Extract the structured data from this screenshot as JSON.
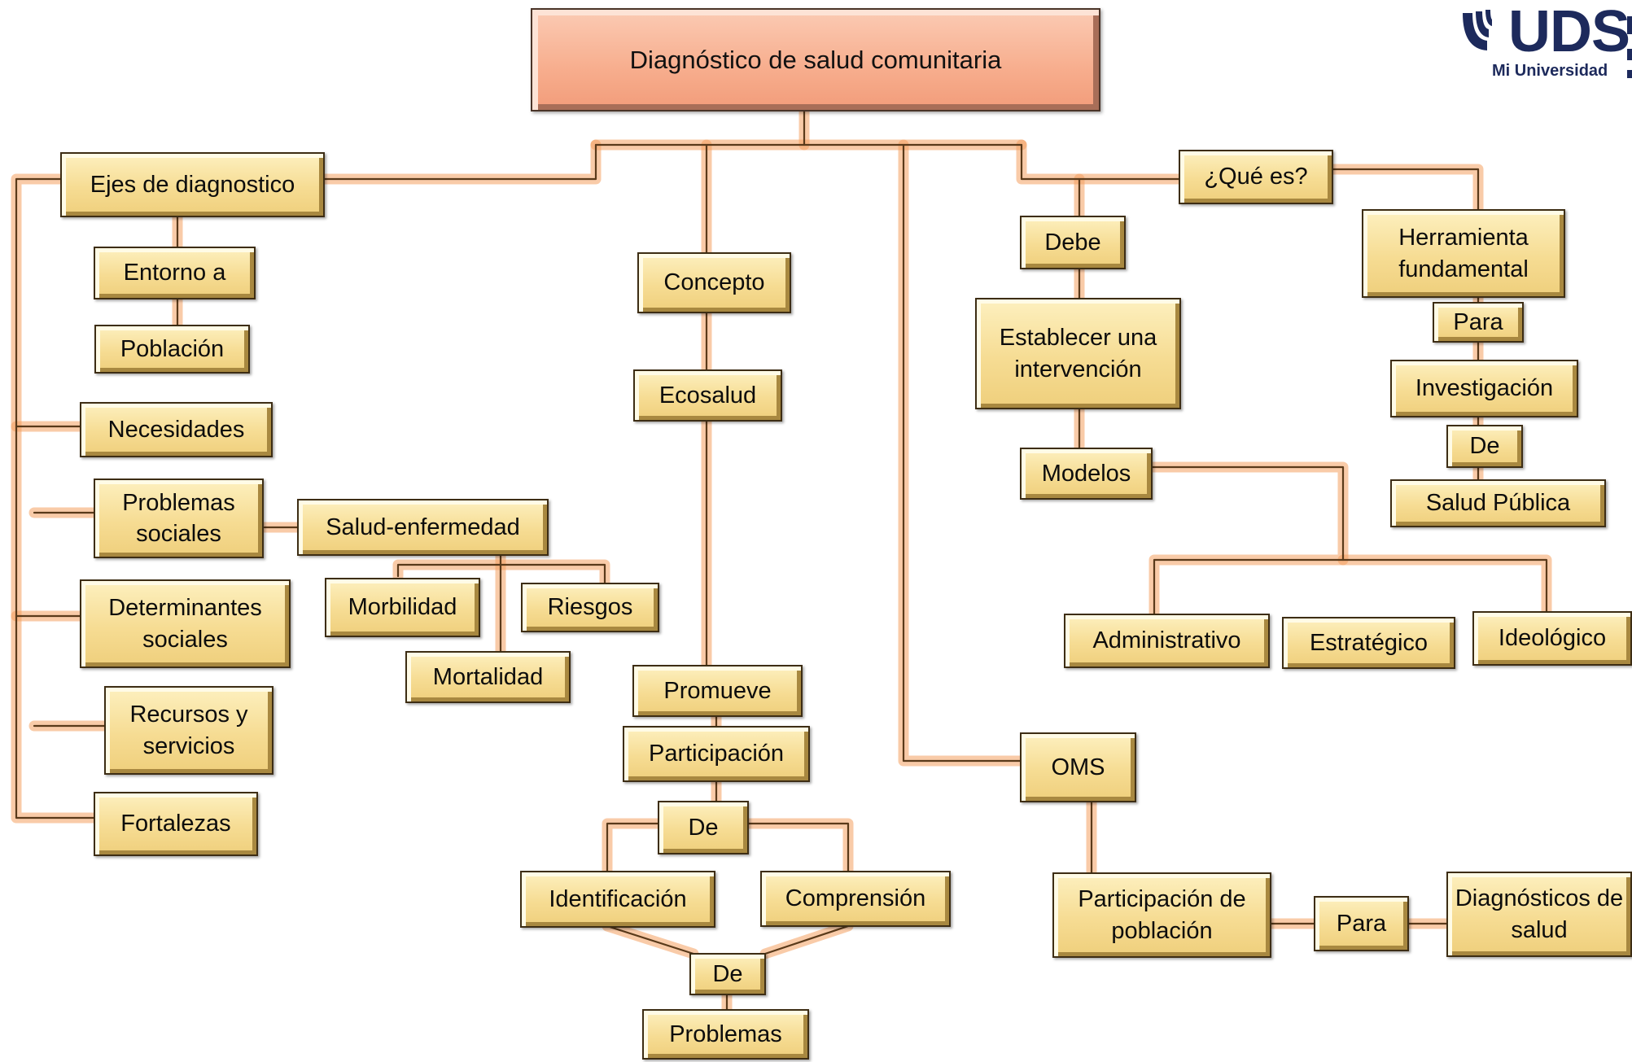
{
  "title": "Diagnóstico de salud comunitaria",
  "logo": {
    "brand": "UDS",
    "tagline": "Mi Universidad"
  },
  "colors": {
    "node_fill": "#f6dc93",
    "title_fill": "#f7ad8d",
    "connector_glow": "#f4a060",
    "logo": "#1d2a5c"
  },
  "nodes": {
    "ejes": "Ejes de diagnostico",
    "entorno": "Entorno a",
    "poblacion": "Población",
    "necesidades": "Necesidades",
    "problemas_sociales": "Problemas sociales",
    "salud_enfermedad": "Salud-enfermedad",
    "morbilidad": "Morbilidad",
    "riesgos": "Riesgos",
    "mortalidad": "Mortalidad",
    "determinantes": "Determinantes sociales",
    "recursos": "Recursos y servicios",
    "fortalezas": "Fortalezas",
    "concepto": "Concepto",
    "ecosalud": "Ecosalud",
    "promueve": "Promueve",
    "participacion": "Participación",
    "de_1": "De",
    "identificacion": "Identificación",
    "comprension": "Comprensión",
    "de_2": "De",
    "problemas": "Problemas",
    "que_es": "¿Qué es?",
    "debe": "Debe",
    "establecer": "Establecer una intervención",
    "modelos": "Modelos",
    "administrativo": "Administrativo",
    "estrategico": "Estratégico",
    "ideologico": "Ideológico",
    "herramienta": "Herramienta fundamental",
    "para_1": "Para",
    "investigacion": "Investigación",
    "de_3": "De",
    "salud_publica": "Salud Pública",
    "oms": "OMS",
    "participacion_poblacion": "Participación de población",
    "para_2": "Para",
    "diagnosticos": "Diagnósticos de salud"
  }
}
